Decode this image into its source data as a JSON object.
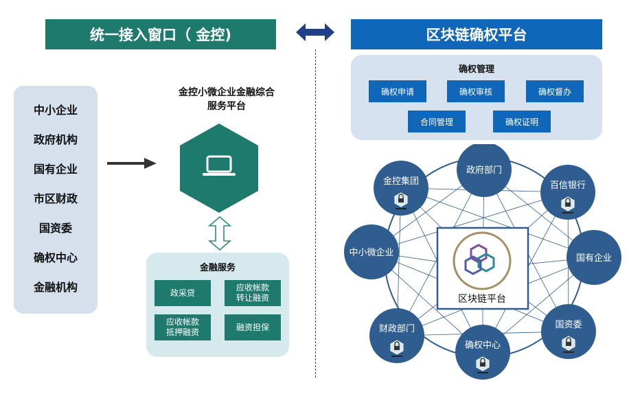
{
  "left_banner": {
    "title": "统一接入窗口（ 金控)"
  },
  "right_banner": {
    "title": "区块链确权平台"
  },
  "entities": [
    "中小企业",
    "政府机构",
    "国有企业",
    "市区财政",
    "国资委",
    "确权中心",
    "金融机构"
  ],
  "platform": {
    "title_line1": "金控小微企业金融综合",
    "title_line2": "服务平台"
  },
  "finance": {
    "title": "金融服务",
    "items": [
      "政采贷",
      "应收帐款\n转让融资",
      "应收帐款\n抵押融资",
      "融资担保"
    ]
  },
  "rights": {
    "title": "确权管理",
    "items": [
      "确权申请",
      "确权审核",
      "确权督办",
      "合同管理",
      "确权证明"
    ]
  },
  "network": {
    "center": "区块链平台",
    "nodes": [
      "政府部门",
      "百信银行",
      "国有企业",
      "国资委",
      "确权中心",
      "财政部门",
      "中小微企业",
      "金控集团"
    ]
  },
  "colors": {
    "teal": "#1f7a6e",
    "blue": "#1066b8",
    "node": "#2f5d8f",
    "panel_blue": "#d6e2f0",
    "panel_teal": "#d6eaee"
  }
}
